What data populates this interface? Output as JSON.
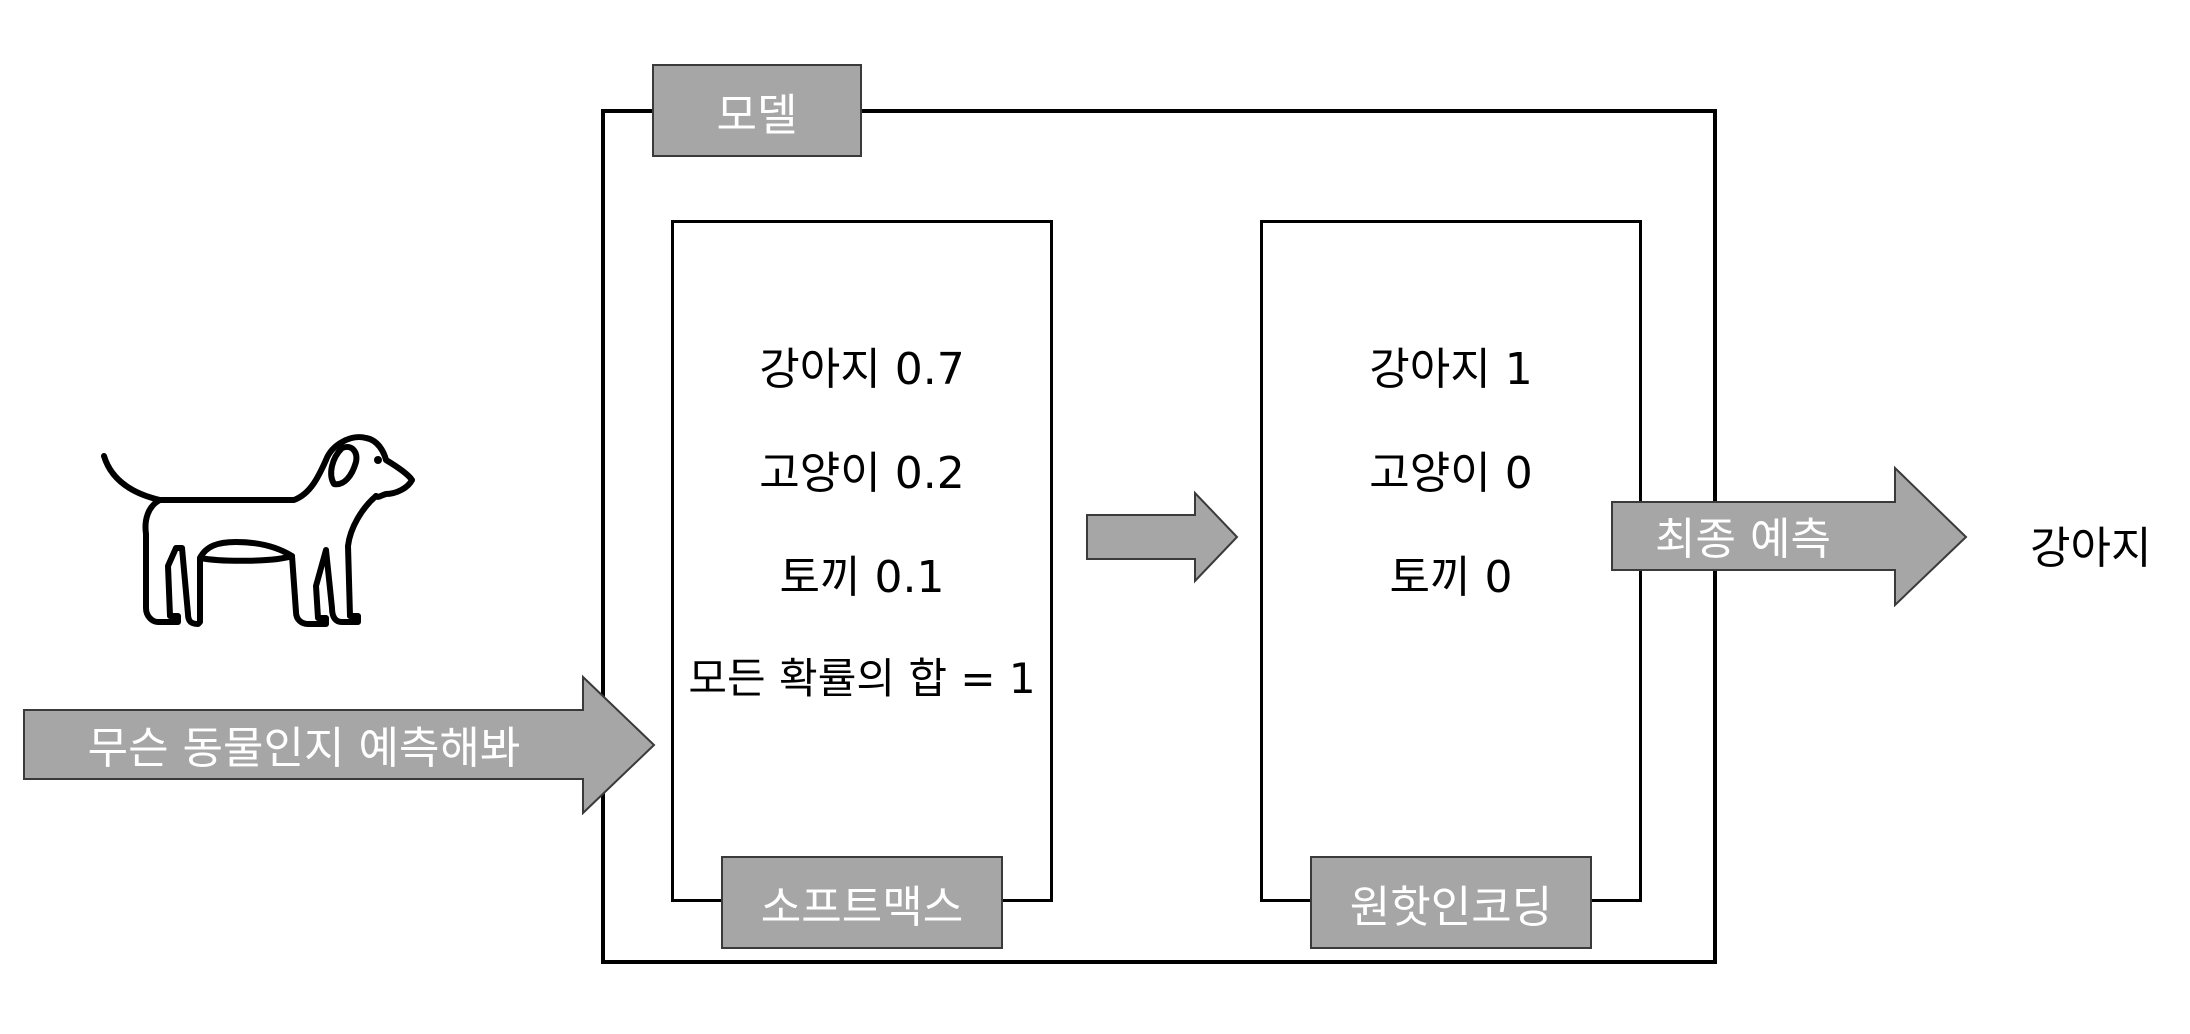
{
  "model": {
    "label": "모델"
  },
  "softmax": {
    "label": "소프트맥스",
    "lines": [
      "강아지 0.7",
      "고양이 0.2",
      "토끼 0.1",
      "모든 확률의 합 = 1"
    ]
  },
  "onehot": {
    "label": "원핫인코딩",
    "lines": [
      "강아지 1",
      "고양이 0",
      "토끼 0"
    ]
  },
  "input_arrow": {
    "label": "무슨 동물인지 예측해봐"
  },
  "output_arrow": {
    "label": "최종 예측"
  },
  "result": {
    "text": "강아지"
  },
  "colors": {
    "arrow_fill": "#a6a6a6",
    "arrow_stroke": "#3a3a3a",
    "frame": "#000000"
  },
  "icons": {
    "animal": "dog-icon"
  }
}
